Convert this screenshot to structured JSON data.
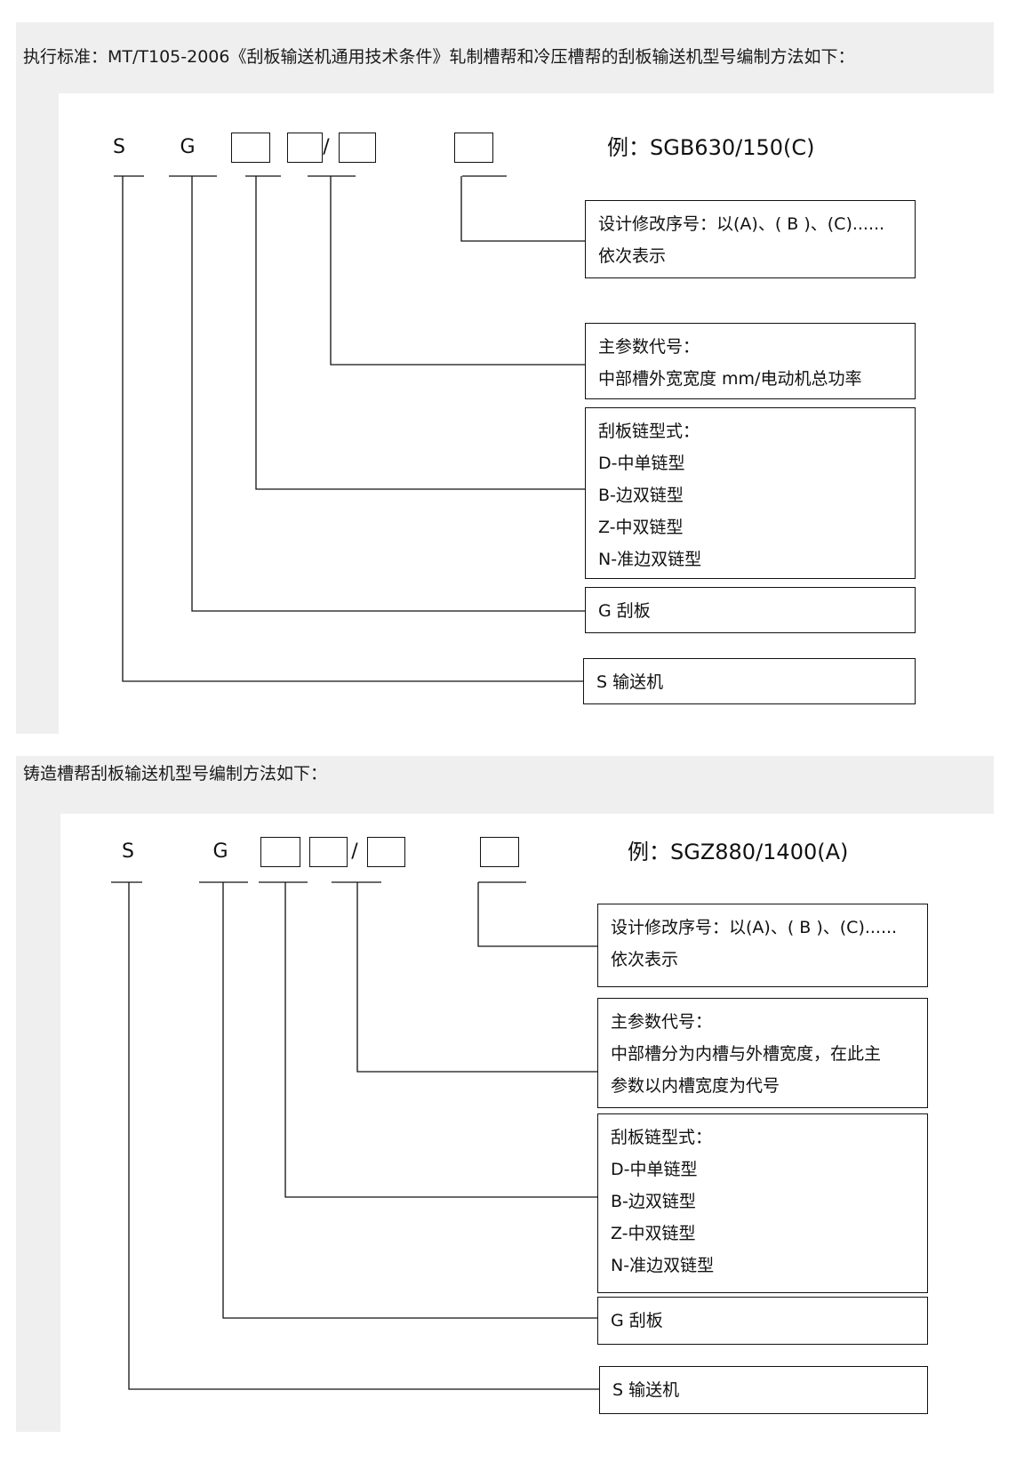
{
  "sections": [
    {
      "caption": "执行标准：MT/T105-2006《刮板输送机通用技术条件》轧制槽帮和冷压槽帮的刮板输送机型号编制方法如下：",
      "code": {
        "letter1": "S",
        "letter2": "G",
        "separator": "/"
      },
      "example": "例：SGB630/150(C)",
      "boxes": [
        {
          "id": "revision",
          "lines": [
            "设计修改序号：以(A)、( B )、(C)......",
            "依次表示"
          ]
        },
        {
          "id": "main-param",
          "lines": [
            "主参数代号：",
            "中部槽外宽宽度  mm/电动机总功率"
          ]
        },
        {
          "id": "chain-type",
          "lines": [
            "刮板链型式：",
            "D-中单链型",
            "B-边双链型",
            "Z-中双链型",
            "N-准边双链型"
          ]
        },
        {
          "id": "scraper",
          "lines": [
            "G 刮板"
          ]
        },
        {
          "id": "conveyor",
          "lines": [
            "S 输送机"
          ]
        }
      ]
    },
    {
      "caption": "铸造槽帮刮板输送机型号编制方法如下：",
      "code": {
        "letter1": "S",
        "letter2": "G",
        "separator": "/"
      },
      "example": "例：SGZ880/1400(A)",
      "boxes": [
        {
          "id": "revision",
          "lines": [
            "设计修改序号：以(A)、( B )、(C)......",
            "依次表示"
          ]
        },
        {
          "id": "main-param",
          "lines": [
            "主参数代号：",
            "中部槽分为内槽与外槽宽度，在此主",
            "参数以内槽宽度为代号"
          ]
        },
        {
          "id": "chain-type",
          "lines": [
            "刮板链型式：",
            "D-中单链型",
            "B-边双链型",
            "Z-中双链型",
            "N-准边双链型"
          ]
        },
        {
          "id": "scraper",
          "lines": [
            "G 刮板"
          ]
        },
        {
          "id": "conveyor",
          "lines": [
            "S 输送机"
          ]
        }
      ]
    }
  ]
}
